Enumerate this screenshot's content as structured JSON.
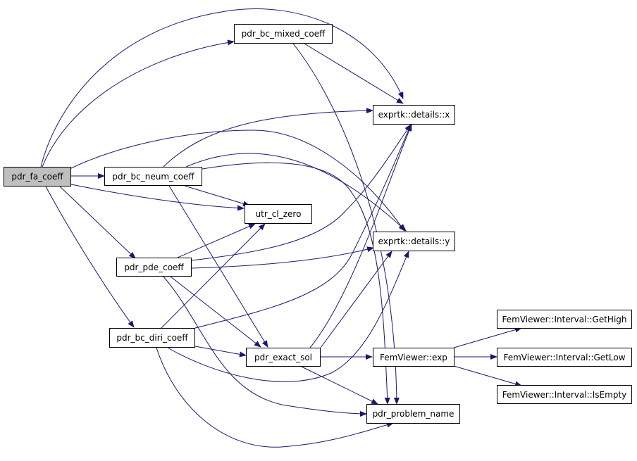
{
  "colors": {
    "edge": "#191970",
    "root_fill": "#bfbfbf",
    "node_fill": "#ffffff",
    "border": "#000000"
  },
  "nodes": {
    "pdr_fa_coeff": "pdr_fa_coeff",
    "pdr_bc_mixed_coeff": "pdr_bc_mixed_coeff",
    "exprtk_x": "exprtk::details::x",
    "pdr_bc_neum_coeff": "pdr_bc_neum_coeff",
    "utr_cl_zero": "utr_cl_zero",
    "exprtk_y": "exprtk::details::y",
    "pdr_pde_coeff": "pdr_pde_coeff",
    "get_high": "FemViewer::Interval::GetHigh",
    "pdr_bc_diri_coeff": "pdr_bc_diri_coeff",
    "pdr_exact_sol": "pdr_exact_sol",
    "femviewer_exp": "FemViewer::exp",
    "get_low": "FemViewer::Interval::GetLow",
    "is_empty": "FemViewer::Interval::IsEmpty",
    "pdr_problem_name": "pdr_problem_name"
  }
}
